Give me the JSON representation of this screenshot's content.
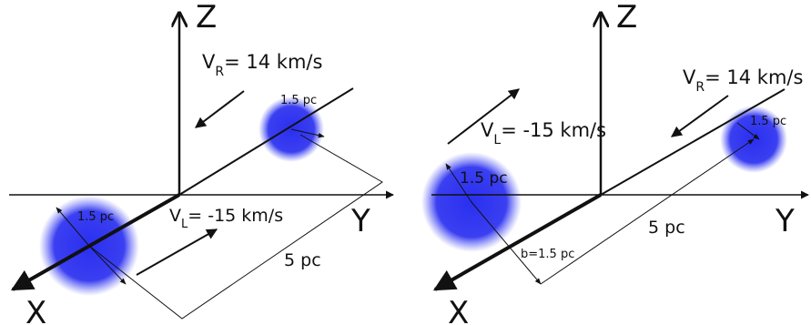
{
  "colors": {
    "cloud": "#2a2ff0",
    "ink": "#111111"
  },
  "left_panel": {
    "axis_z": "Z",
    "axis_y": "Y",
    "axis_x": "X",
    "vr_label": "V",
    "vr_sub": "R",
    "vr_value": "= 14 km/s",
    "vl_label": "V",
    "vl_sub": "L",
    "vl_value": "= -15 km/s",
    "radius_far": "1.5 pc",
    "radius_near": "1.5 pc",
    "separation": "5 pc"
  },
  "right_panel": {
    "axis_z": "Z",
    "axis_y": "Y",
    "axis_x": "X",
    "vr_label": "V",
    "vr_sub": "R",
    "vr_value": "= 14 km/s",
    "vl_label": "V",
    "vl_sub": "L",
    "vl_value": "= -15 km/s",
    "radius_far": "1.5 pc",
    "radius_near": "1.5 pc",
    "separation": "5  pc",
    "impact": "b=1.5 pc"
  }
}
